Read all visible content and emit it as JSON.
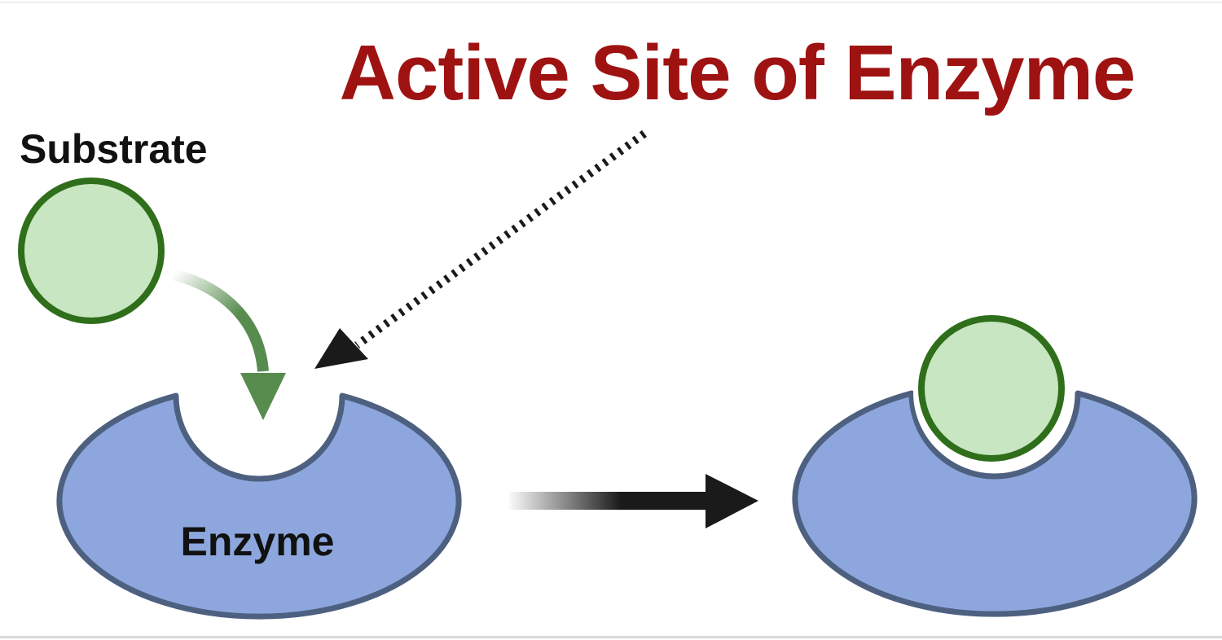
{
  "title": {
    "text": "Active Site of Enzyme"
  },
  "labels": {
    "substrate": "Substrate",
    "enzyme": "Enzyme"
  },
  "colors": {
    "background": "#ffffff",
    "top_border": "#ededed",
    "bottom_border": "#d9d9d9",
    "title_text": "#9e1312",
    "label_text": "#111111",
    "enzyme_fill": "#8da7de",
    "enzyme_stroke": "#4e6080",
    "substrate_fill": "#c8e6c1",
    "substrate_stroke": "#2f6e1a",
    "green_arrow": "#578c4e",
    "green_arrow_fade": "#ffffff",
    "black_arrow": "#1a1a1a",
    "black_arrow_fade": "#ffffff",
    "notch_gap": "#ffffff"
  }
}
